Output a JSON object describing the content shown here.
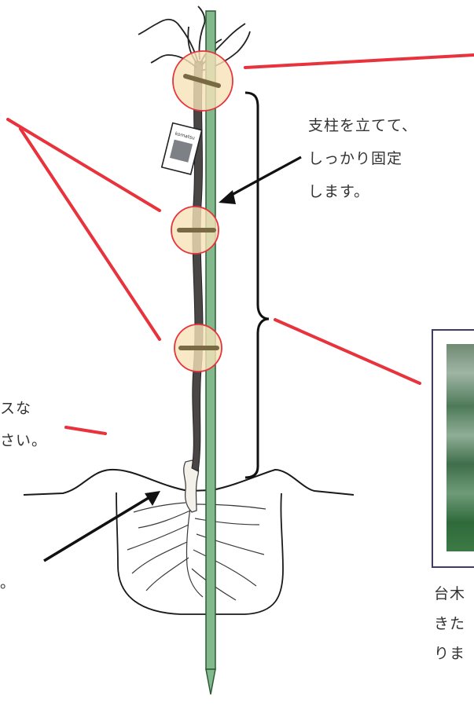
{
  "tag": {
    "brand": "komatsu"
  },
  "texts": {
    "support_line1": "支柱を立てて、",
    "support_line2": "しっかり固定",
    "support_line3": "します。",
    "left_line1": "スな",
    "left_line2": "さい。",
    "left_line3": "。",
    "right_line1": "台木",
    "right_line2": "きた",
    "right_line3": "りま"
  },
  "colors": {
    "stake": "#82b98c",
    "stake_stroke": "#2d5a35",
    "callout_line": "#e8323c",
    "tie_circle_fill": "#f6e2b8",
    "tie_circle_stroke": "#e8323c",
    "tie_band": "#7a6a44",
    "trunk": "#4a4646",
    "photo_frame": "#3f3a6e"
  }
}
